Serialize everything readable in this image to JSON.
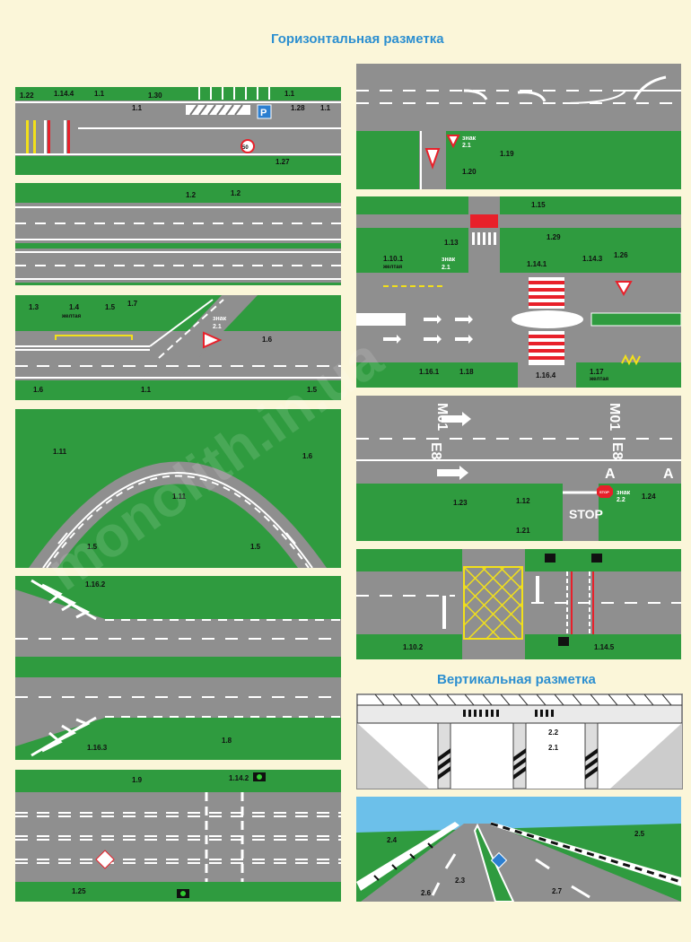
{
  "titles": {
    "horizontal": "Горизонтальная разметка",
    "vertical": "Вертикальная разметка"
  },
  "watermark": "monolith.in.ua",
  "panel1": {
    "labels": [
      "1.22",
      "1.14.4",
      "1.1",
      "1.30",
      "1.1",
      "1.1",
      "1.28",
      "1.1",
      "1.27"
    ],
    "speed": "50",
    "parking": "P"
  },
  "panel2": {
    "labels": [
      "1.2",
      "1.2"
    ]
  },
  "panel3": {
    "labels": [
      "1.3",
      "1.4",
      "желтая",
      "1.5",
      "1.7",
      "знак",
      "2.1",
      "1.6",
      "1.6",
      "1.1",
      "1.5"
    ]
  },
  "panel4": {
    "labels": [
      "1.11",
      "1.6",
      "1.11",
      "1.5",
      "1.5"
    ]
  },
  "panel5": {
    "labels": [
      "1.16.2",
      "1.16.3",
      "1.8"
    ]
  },
  "panel6": {
    "labels": [
      "1.9",
      "1.14.2",
      "1.25"
    ]
  },
  "panelR1": {
    "labels": [
      "знак",
      "2.1",
      "1.19",
      "1.20"
    ]
  },
  "panelR2": {
    "labels": [
      "1.15",
      "1.29",
      "1.13",
      "знак",
      "2.1",
      "1.10.1",
      "желтая",
      "1.14.1",
      "1.14.3",
      "1.26",
      "1.16.1",
      "1.18",
      "1.16.4",
      "1.17",
      "желтая"
    ]
  },
  "panelR3": {
    "labels": [
      "M01",
      "E8",
      "M01",
      "E8",
      "A",
      "A",
      "1.12",
      "знак",
      "2.2",
      "1.24",
      "1.23",
      "1.21"
    ],
    "stop": "STOP",
    "stop_sign": "STOP"
  },
  "panelR4": {
    "labels": [
      "1.10.2",
      "1.14.5"
    ]
  },
  "panelR5": {
    "labels": [
      "2.2",
      "2.1"
    ]
  },
  "panelR6": {
    "labels": [
      "2.4",
      "2.5",
      "2.3",
      "2.6",
      "2.7"
    ]
  },
  "colors": {
    "grass": "#2f9b3f",
    "road": "#8f8f8f",
    "marking": "#ffffff",
    "yellow": "#f2e01a",
    "red": "#e8202a",
    "title": "#2c8fd0",
    "background": "#fbf6d9"
  }
}
